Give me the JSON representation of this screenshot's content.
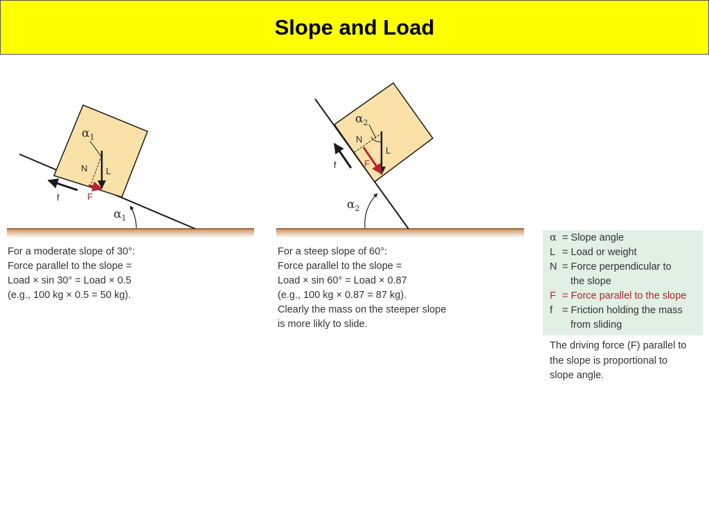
{
  "title": "Slope and Load",
  "colors": {
    "title_bg": "#ffff00",
    "block_fill": "#f9e1a8",
    "ground": "#d49a66",
    "force_F": "#b5232f",
    "legend_bg": "#e1efe4"
  },
  "diagram_left": {
    "alpha": "α",
    "alpha_sub": "1",
    "N": "N",
    "L": "L",
    "F": "F",
    "f": "f"
  },
  "diagram_right": {
    "alpha": "α",
    "alpha_sub": "2",
    "N": "N",
    "L": "L",
    "F": "F",
    "f": "f"
  },
  "caption_left": [
    "For a moderate slope of 30°:",
    "Force parallel to the slope =",
    "Load × sin 30° = Load × 0.5",
    "(e.g., 100 kg × 0.5 = 50 kg)."
  ],
  "caption_right": [
    "For a steep slope of 60°:",
    "Force parallel to the slope =",
    "Load × sin 60° = Load × 0.87",
    "(e.g., 100 kg × 0.87 = 87 kg).",
    "Clearly the mass on the steeper slope",
    "is more likly to slide."
  ],
  "legend": [
    {
      "symbol": "α",
      "text": "= Slope angle"
    },
    {
      "symbol": "L",
      "text": "= Load or weight"
    },
    {
      "symbol": "N",
      "text": "= Force perpendicular to",
      "cont": "the slope"
    },
    {
      "symbol": "F",
      "text": "= Force parallel to the slope"
    },
    {
      "symbol": "f",
      "text": "= Friction holding the mass",
      "cont": "from sliding"
    }
  ],
  "note": [
    "The driving force (F) parallel to",
    "the slope is proportional to",
    "slope angle."
  ]
}
